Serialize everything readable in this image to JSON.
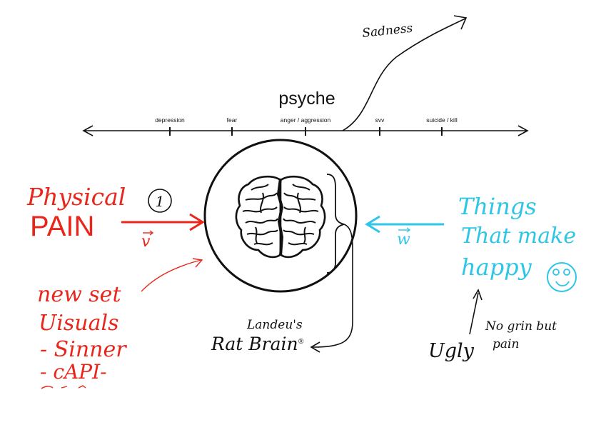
{
  "colors": {
    "ink": "#111111",
    "red": "#e8261c",
    "cyan": "#2ec6e6"
  },
  "axis": {
    "title": "psyche",
    "ticks": [
      "depression",
      "fear",
      "anger / aggression",
      "svv",
      "suicide / kill"
    ],
    "arrow_label": "Sadness"
  },
  "center": {
    "icon": "brain-icon",
    "caption_line1": "Landeu's",
    "caption_line2": "Rat Brain",
    "registered_mark": "®"
  },
  "left": {
    "title_line1": "Physical",
    "title_line2": "PAIN",
    "number": "1",
    "vector_label": "v",
    "notes": [
      "new set",
      "Uisuals",
      "- Sinner",
      "- cAPI-"
    ]
  },
  "right": {
    "lines": [
      "Things",
      "That make",
      "happy"
    ],
    "vector_label": "w",
    "smiley_icon": "smiley-icon"
  },
  "bottom_right": {
    "ugly": "Ugly",
    "note_line1": "No grin but",
    "note_line2": "pain"
  }
}
